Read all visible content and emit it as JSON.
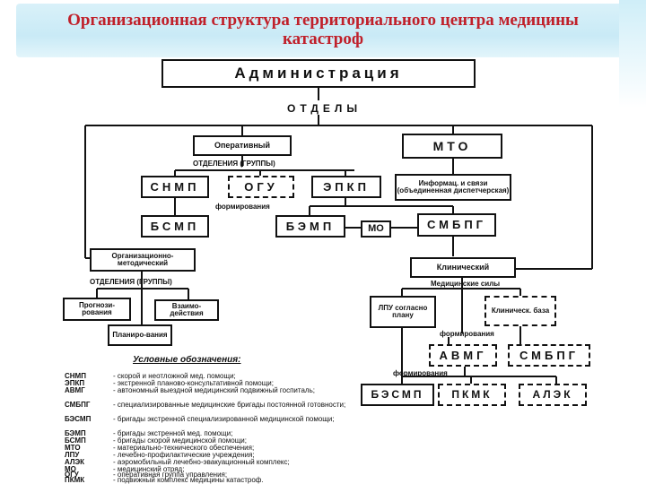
{
  "title": "Организационная структура территориального центра медицины катастроф",
  "labels": {
    "administration": "Администрация",
    "departments": "ОТДЕЛЫ",
    "operative": "Оперативный",
    "mto": "МТО",
    "otdeleniya_top": "ОТДЕЛЕНИЯ (ГРУППЫ)",
    "snmp": "СНМП",
    "ogu": "ОГУ",
    "epkp": "ЭПКП",
    "inform": "Информац. и связи (объединенная диспетчерская)",
    "formirovaniya_top": "формирования",
    "bsmp": "БСМП",
    "bemp": "БЭМП",
    "mo": "МО",
    "smbpg": "СМБПГ",
    "org_method": "Организационно-методический",
    "otdeleniya_bottom": "ОТДЕЛЕНИЯ (ГРУППЫ)",
    "prognoz": "Прогнози-рования",
    "vzaimo": "Взаимо-действия",
    "planir": "Планиро-вания",
    "clinical": "Клинический",
    "med_sily": "Медицинские силы",
    "lpu": "ЛПУ согласно плану",
    "klin_baza": "Клиническ. база",
    "formirovaniya_mid": "формирования",
    "avmg": "АВМГ",
    "smbpg2": "СМБПГ",
    "formirovaniya_bottom": "формирования",
    "besmp": "БЭСМП",
    "pkmk": "ПКМК",
    "alek": "АЛЭК"
  },
  "legend": {
    "heading": "Условные обозначения:",
    "items": [
      {
        "abbr": "СНМП",
        "def": "- скорой и неотложной мед. помощи;"
      },
      {
        "abbr": "ЭПКП",
        "def": "- экстренной планово-консультативной помощи;"
      },
      {
        "abbr": "АВМГ",
        "def": "- автономный выездной медицинский подвижный госпиталь;"
      },
      {
        "abbr": "СМБПГ",
        "def": "- специализированные медицинские бригады постоянной готовности;"
      },
      {
        "abbr": "БЭСМП",
        "def": "- бригады экстренной специализированной медицинской помощи;"
      },
      {
        "abbr": "БЭМП",
        "def": "- бригады экстренной мед. помощи;"
      },
      {
        "abbr": "БСМП",
        "def": "- бригады скорой медицинской помощи;"
      },
      {
        "abbr": "МТО",
        "def": "- материально-технического обеспечения;"
      },
      {
        "abbr": "ЛПУ",
        "def": "- лечебно-профилактические учреждения;"
      },
      {
        "abbr": "АЛЭК",
        "def": "- аэромобильный лечебно-эвакуационный комплекс;"
      },
      {
        "abbr": "МО",
        "def": "- медицинский отряд;"
      },
      {
        "abbr": "ОГУ",
        "def": "- оперативная группа управления;"
      },
      {
        "abbr": "ПКМК",
        "def": "- подвижный комплекс медицины катастроф."
      }
    ]
  },
  "colors": {
    "title": "#c0202a",
    "banner": "#cfeef8",
    "line": "#111111"
  }
}
